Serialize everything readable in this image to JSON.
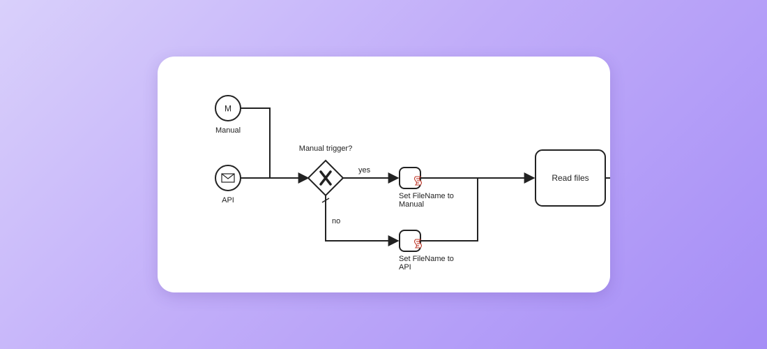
{
  "diagram": {
    "start_manual": {
      "glyph": "M",
      "label": "Manual"
    },
    "start_api": {
      "label": "API"
    },
    "gateway": {
      "label": "Manual trigger?"
    },
    "flow_yes": {
      "label": "yes"
    },
    "flow_no": {
      "label": "no"
    },
    "task_manual": {
      "label_line1": "Set FileName to",
      "label_line2": "Manual"
    },
    "task_api": {
      "label_line1": "Set FileName to",
      "label_line2": "API"
    },
    "task_read": {
      "label": "Read files"
    }
  },
  "colors": {
    "background_start": "#d9d0fb",
    "background_end": "#a58df6",
    "card": "#ffffff",
    "stroke": "#222222",
    "script_icon": "#c0392b"
  }
}
